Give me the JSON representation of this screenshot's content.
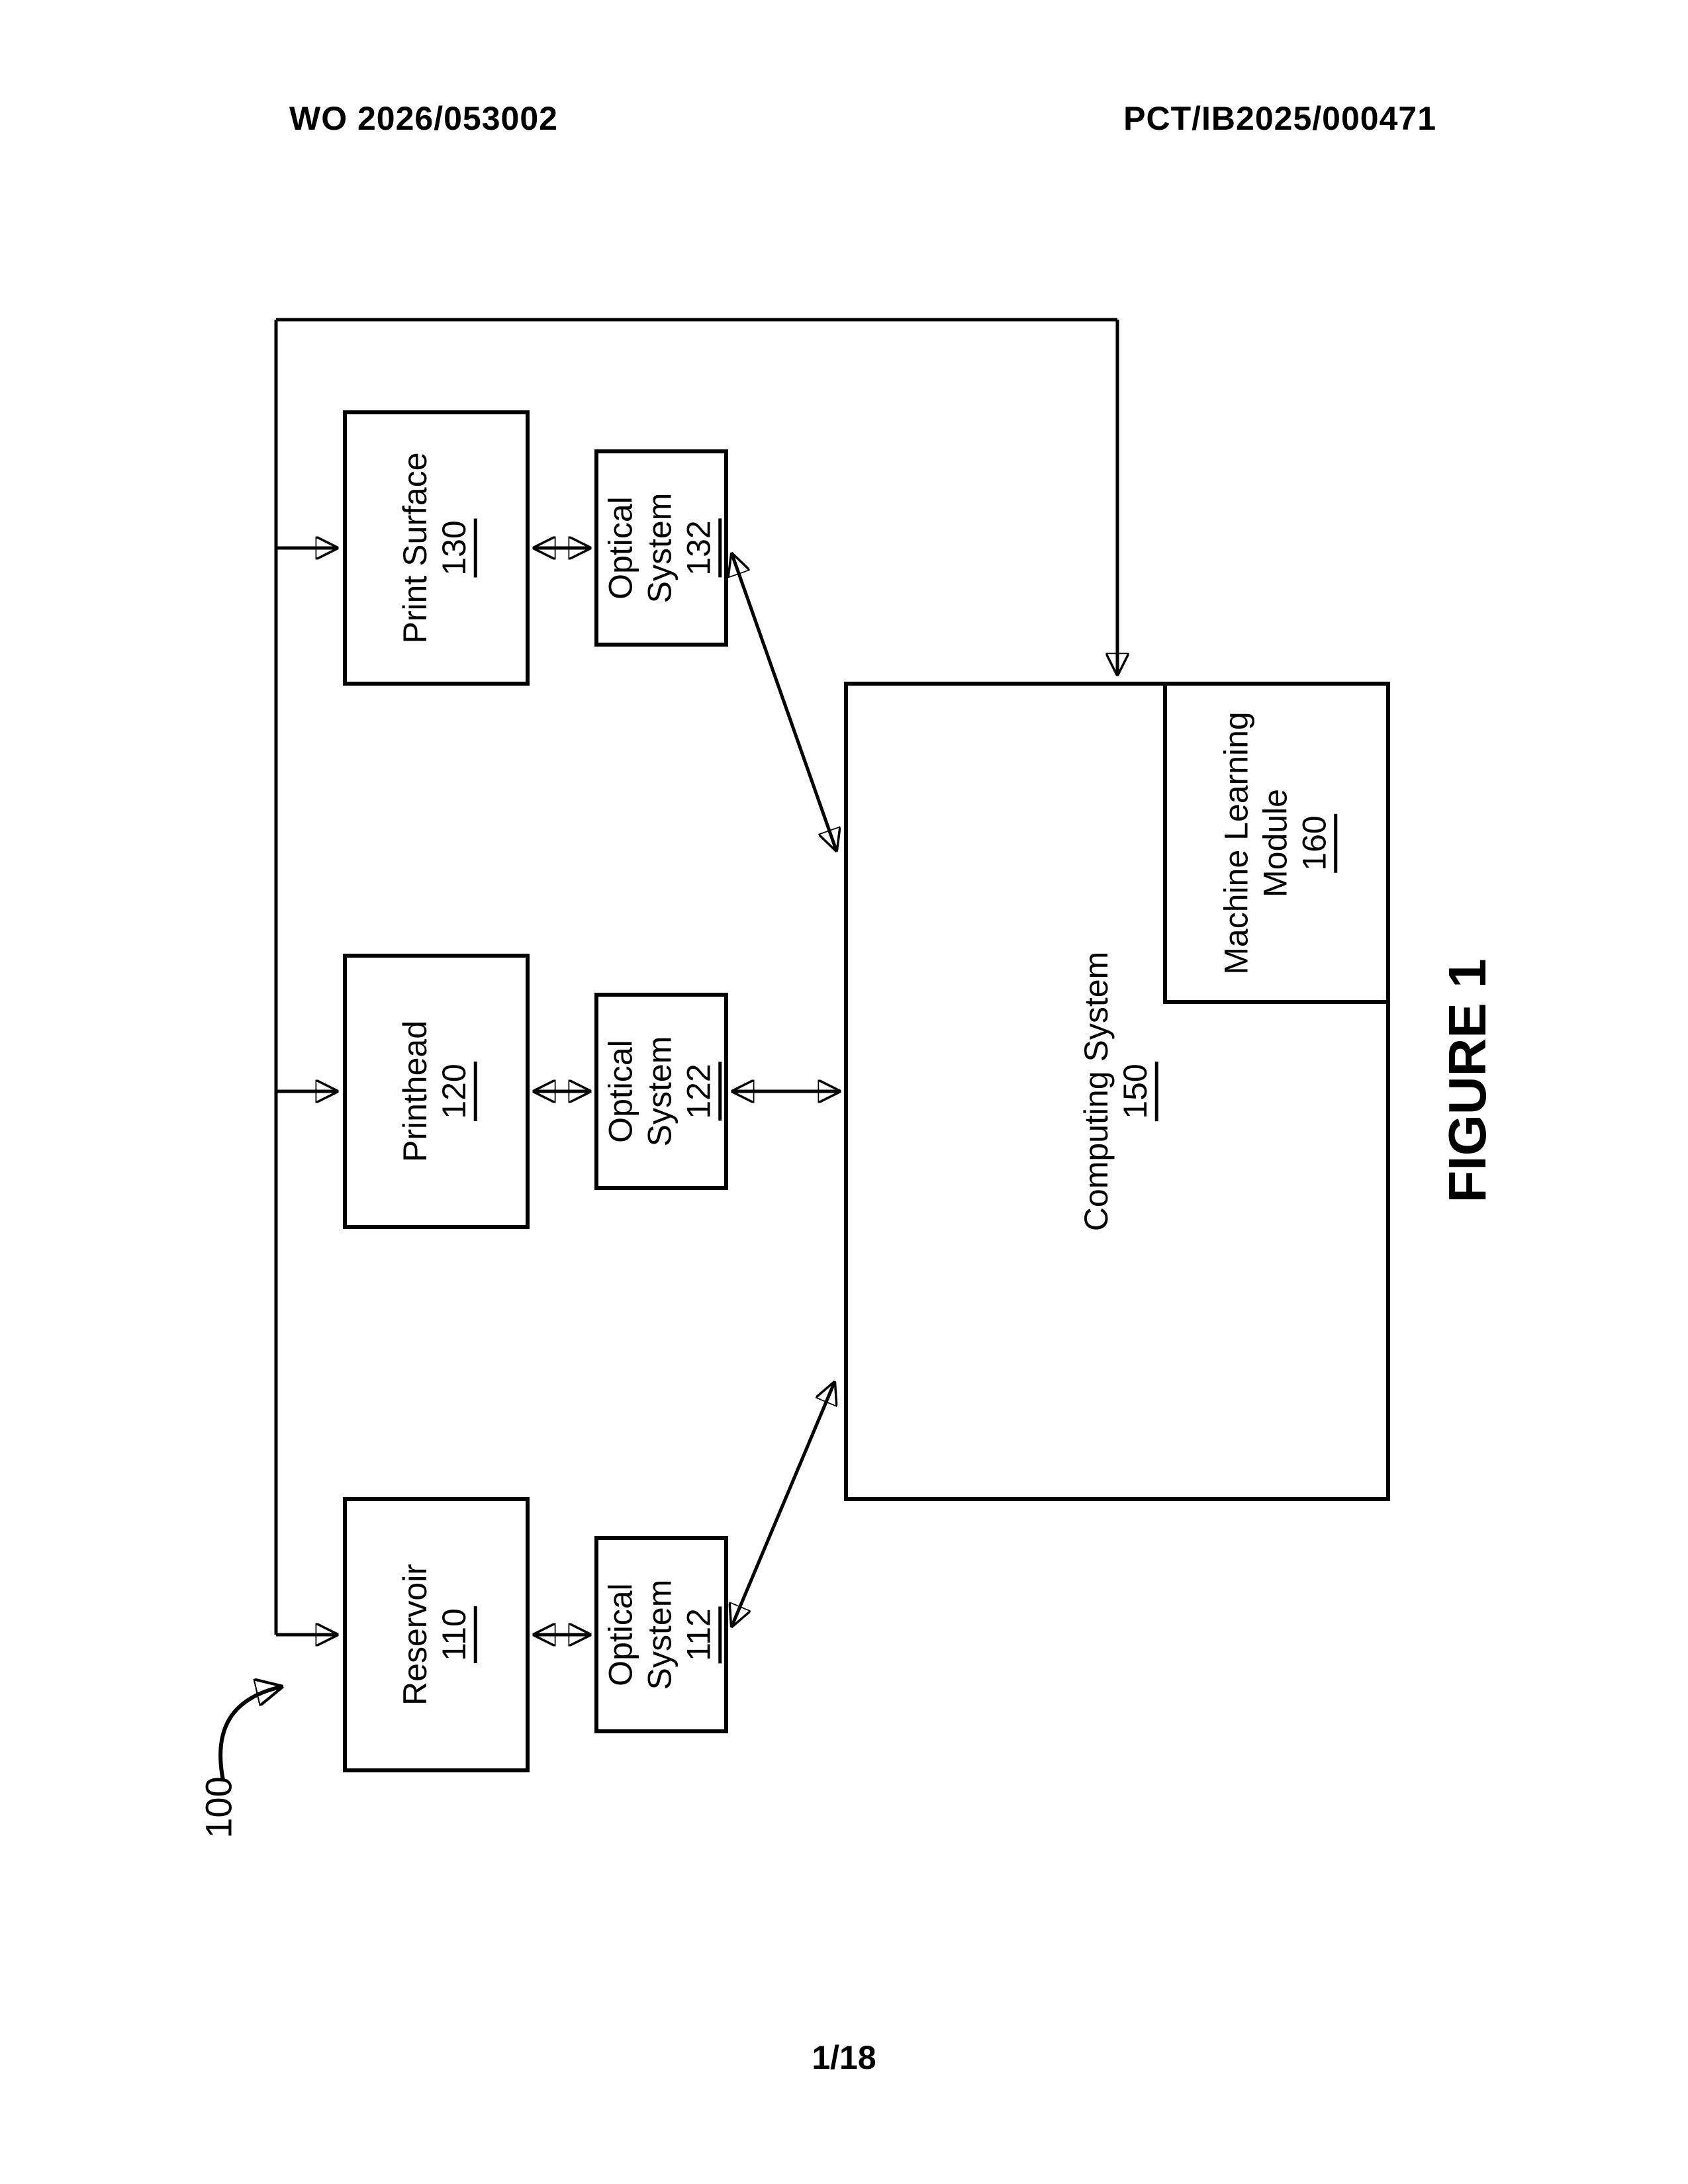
{
  "header": {
    "left": "WO 2026/053002",
    "right": "PCT/IB2025/000471"
  },
  "footer": {
    "page_number": "1/18"
  },
  "figure": {
    "label": "FIGURE 1",
    "system_reference": "100"
  },
  "boxes": {
    "print_surface": {
      "line1": "Print Surface",
      "ref": "130"
    },
    "optical_132": {
      "line1": "Optical",
      "line2": "System",
      "ref": "132"
    },
    "printhead": {
      "line1": "Printhead",
      "ref": "120"
    },
    "optical_122": {
      "line1": "Optical",
      "line2": "System",
      "ref": "122"
    },
    "reservoir": {
      "line1": "Reservoir",
      "ref": "110"
    },
    "optical_112": {
      "line1": "Optical",
      "line2": "System",
      "ref": "112"
    },
    "computing": {
      "line1": "Computing System",
      "ref": "150"
    },
    "machine_learning": {
      "line1": "Machine Learning",
      "line2": "Module",
      "ref": "160"
    }
  },
  "colors": {
    "ink": "#000000",
    "paper": "#ffffff"
  }
}
